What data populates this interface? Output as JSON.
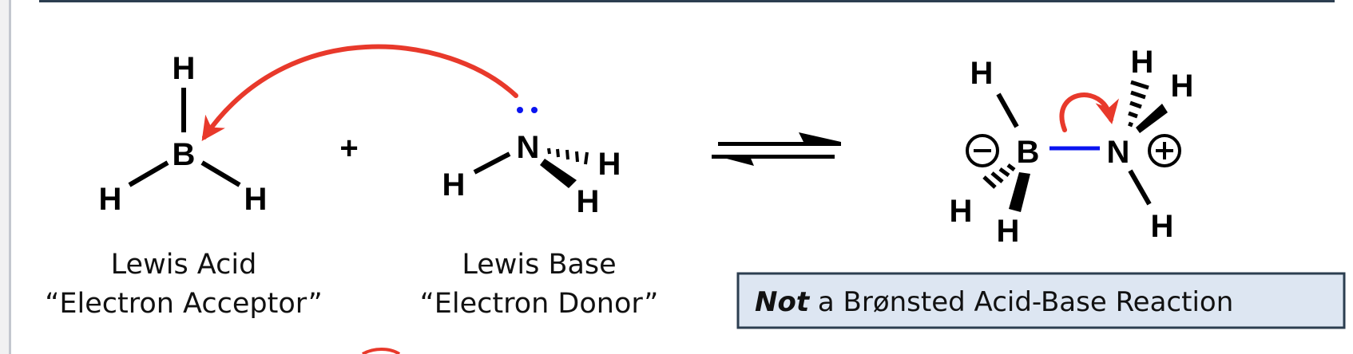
{
  "reactant_acid": {
    "central_atom": "B",
    "substituents": [
      "H",
      "H",
      "H"
    ],
    "label_line1": "Lewis Acid",
    "label_line2": "“Electron Acceptor”"
  },
  "plus_sign": "+",
  "reactant_base": {
    "central_atom": "N",
    "substituents": [
      "H",
      "H",
      "H"
    ],
    "label_line1": "Lewis Base",
    "label_line2": "“Electron Donor”"
  },
  "product": {
    "boron": "B",
    "nitrogen": "N",
    "boron_hydrogens": [
      "H",
      "H",
      "H"
    ],
    "nitrogen_hydrogens": [
      "H",
      "H",
      "H"
    ],
    "boron_charge": "negative",
    "nitrogen_charge": "positive"
  },
  "note_box": {
    "emphasis": "Not",
    "text": " a Brønsted Acid-Base Reaction"
  },
  "colors": {
    "curved_arrow": "#e8392b",
    "lone_pair": "#0a14f0",
    "new_bond": "#0a14f0",
    "box_fill": "#dde6f2",
    "box_border": "#2c3e50",
    "top_rule": "#2c3e50"
  }
}
